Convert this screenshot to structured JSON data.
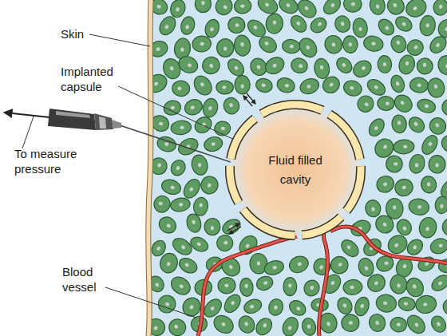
{
  "diagram": {
    "nodes": [
      {
        "text": [
          "Fluid filled cavity"
        ]
      }
    ],
    "labels": [
      "Skin",
      "Implanted capsule",
      "To measure pressure",
      "Blood vessel"
    ]
  }
}
